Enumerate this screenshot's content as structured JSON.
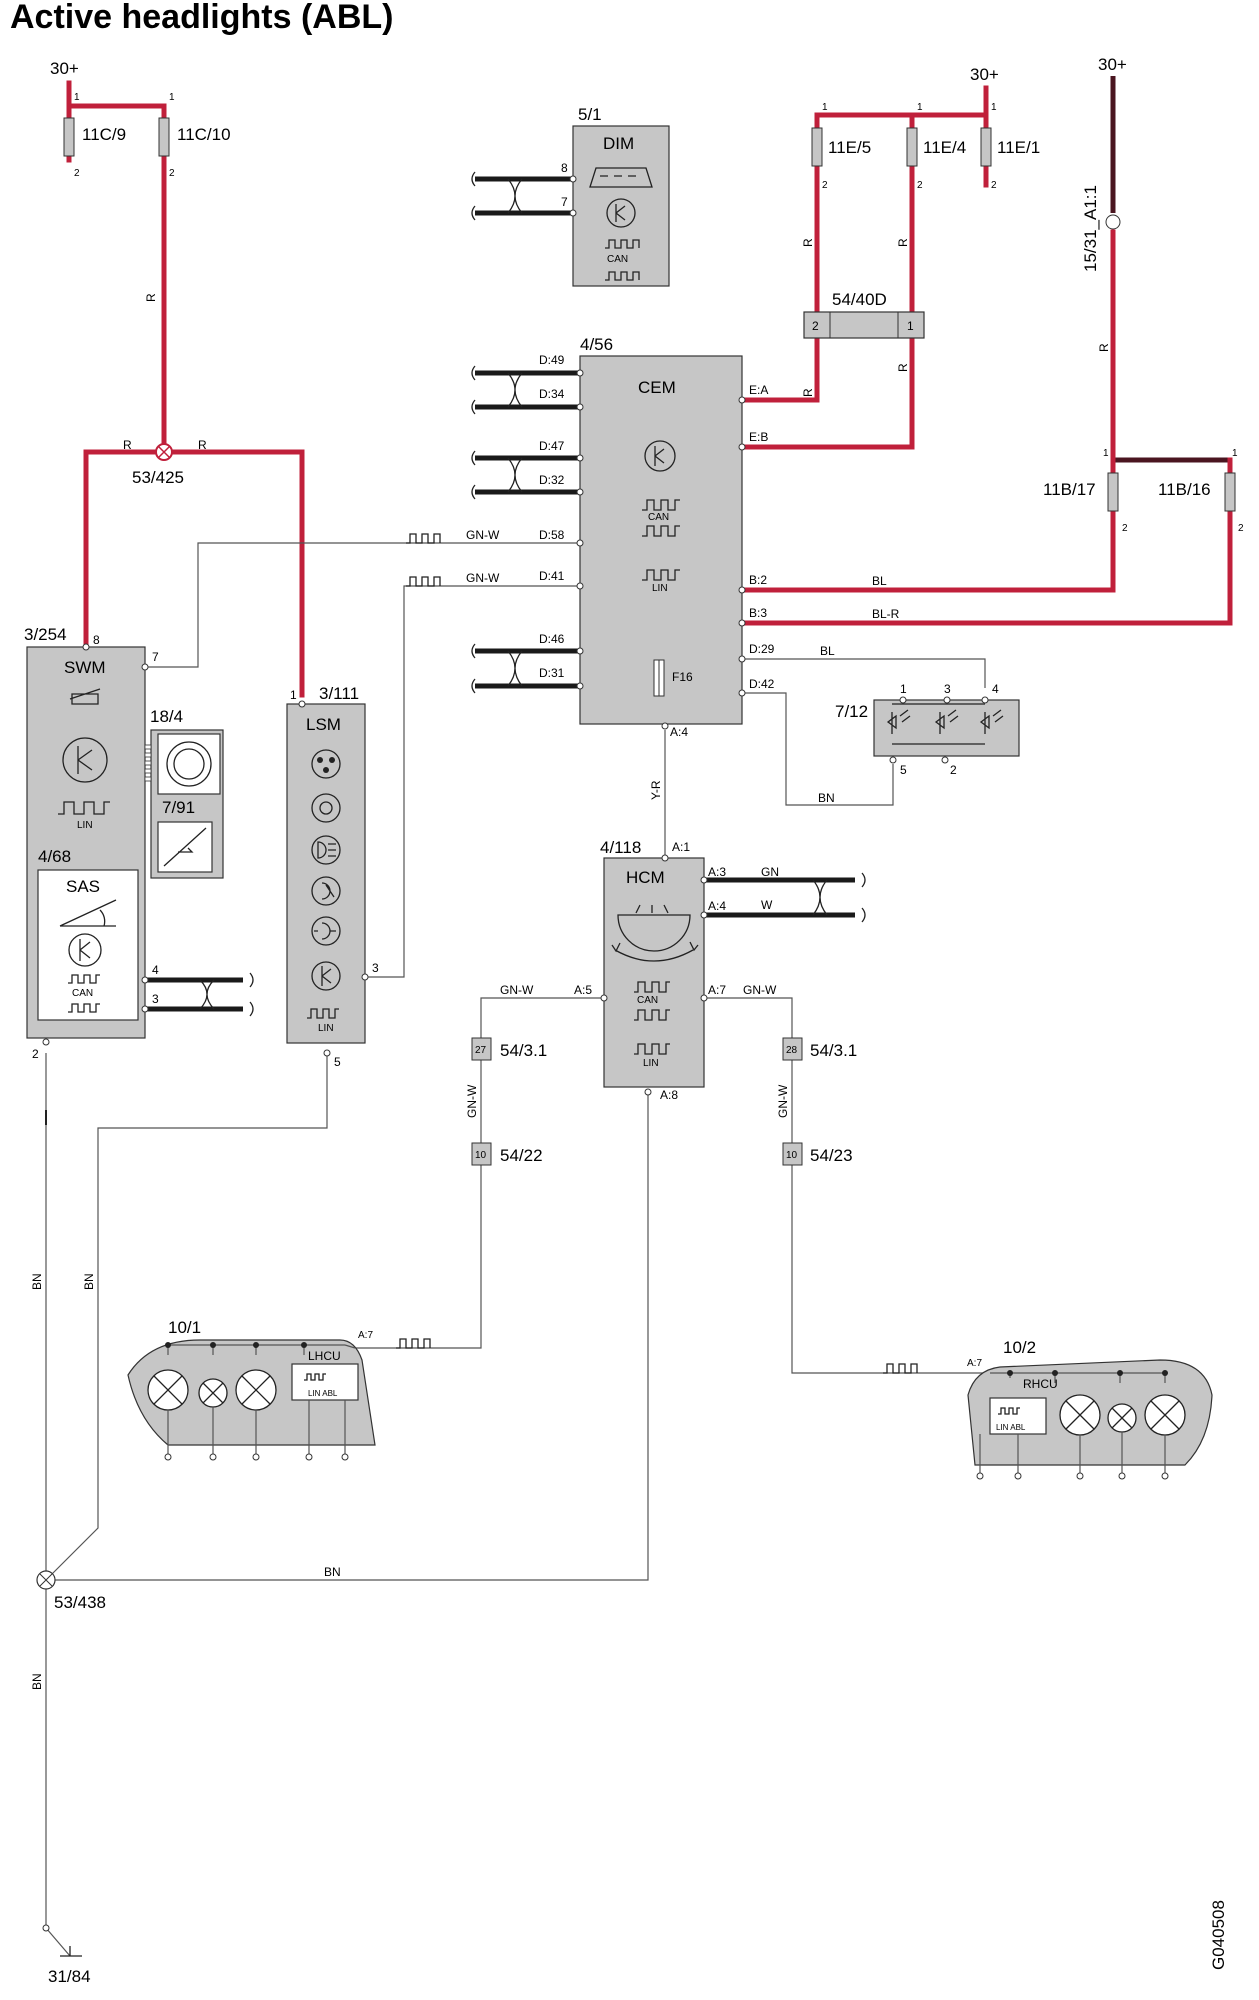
{
  "title": "Active headlights (ABL)",
  "drawing_id": "G040508",
  "supply": {
    "batt": "30+",
    "ign": "15/31_A1:1",
    "ground": "31/84"
  },
  "fuses": {
    "f11c9": "11C/9",
    "f11c10": "11C/10",
    "f11e5": "11E/5",
    "f11e4": "11E/4",
    "f11e1": "11E/1",
    "f11b17": "11B/17",
    "f11b16": "11B/16",
    "f16": "F16"
  },
  "splices": {
    "s53_425": "53/425",
    "s53_438": "53/438",
    "c54_40d": "54/40D"
  },
  "connectors": {
    "c54_31a": "54/3.1",
    "c54_31b": "54/3.1",
    "c54_22": "54/22",
    "c54_23": "54/23",
    "pin27": "27",
    "pin28": "28",
    "pin10a": "10",
    "pin10b": "10"
  },
  "modules": {
    "dim": {
      "id": "5/1",
      "name": "DIM",
      "can": "CAN"
    },
    "cem": {
      "id": "4/56",
      "name": "CEM",
      "can": "CAN",
      "lin": "LIN"
    },
    "swm": {
      "id": "3/254",
      "name": "SWM",
      "lin": "LIN"
    },
    "lsm": {
      "id": "3/111",
      "name": "LSM",
      "lin": "LIN"
    },
    "sas": {
      "id": "4/68",
      "name": "SAS",
      "can": "CAN"
    },
    "sw18_4": {
      "id": "18/4"
    },
    "sw7_91": {
      "id": "7/91"
    },
    "hcm": {
      "id": "4/118",
      "name": "HCM",
      "can": "CAN",
      "lin": "LIN"
    },
    "led": {
      "id": "7/12"
    },
    "lhcu": {
      "id": "10/1",
      "name": "LHCU",
      "sub": "LIN ABL"
    },
    "rhcu": {
      "id": "10/2",
      "name": "RHCU",
      "sub": "LIN ABL"
    }
  },
  "pins": {
    "p1": "1",
    "p2": "2",
    "p3": "3",
    "p4": "4",
    "p5": "5",
    "p7": "7",
    "p8": "8",
    "d49": "D:49",
    "d34": "D:34",
    "d47": "D:47",
    "d32": "D:32",
    "d58": "D:58",
    "d41": "D:41",
    "d46": "D:46",
    "d31": "D:31",
    "ea": "E:A",
    "eb": "E:B",
    "b2": "B:2",
    "b3": "B:3",
    "d29": "D:29",
    "d42": "D:42",
    "a4": "A:4",
    "a1": "A:1",
    "a3": "A:3",
    "a5": "A:5",
    "a7": "A:7",
    "a8": "A:8"
  },
  "wire_colors": {
    "r": "R",
    "gnw": "GN-W",
    "bn": "BN",
    "bl": "BL",
    "blr": "BL-R",
    "yr": "Y-R",
    "gn": "GN",
    "w": "W"
  }
}
